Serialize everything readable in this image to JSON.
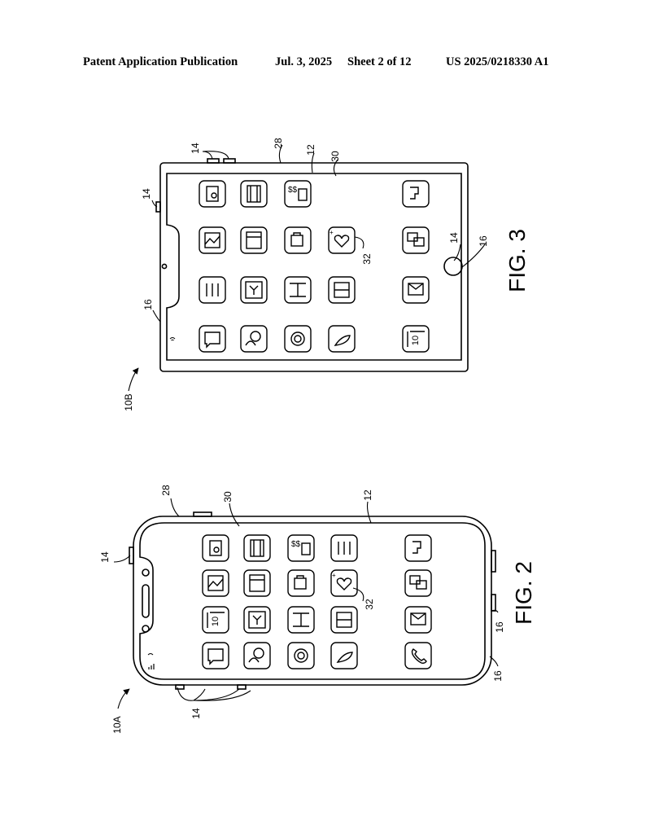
{
  "header": {
    "publication": "Patent Application Publication",
    "date": "Jul. 3, 2025",
    "sheet": "Sheet 2 of 12",
    "number": "US 2025/0218330 A1"
  },
  "fig3": {
    "caption": "FIG. 3",
    "device_label": "10B",
    "refs": {
      "r14_top": "14",
      "r28": "28",
      "r12": "12",
      "r30": "30",
      "r14_side": "14",
      "r16_left": "16",
      "r14_home": "14",
      "r16_home": "16",
      "r32": "32"
    },
    "calendar_day": "10"
  },
  "fig2": {
    "caption": "FIG. 2",
    "device_label": "10A",
    "refs": {
      "r28": "28",
      "r30": "30",
      "r12": "12",
      "r14_top": "14",
      "r32": "32",
      "r16_side": "16",
      "r16_bottom": "16",
      "r14_bottom": "14"
    },
    "calendar_day": "10"
  }
}
